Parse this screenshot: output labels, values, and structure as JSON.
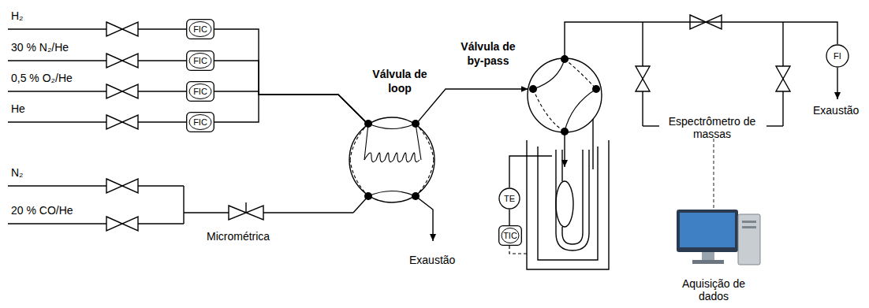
{
  "diagram": {
    "nodes": [
      {
        "text": [
          "FIC"
        ]
      },
      {
        "text": [
          "FIC"
        ]
      },
      {
        "text": [
          "FIC"
        ]
      },
      {
        "text": [
          "FIC"
        ]
      },
      {
        "text": [
          "Válvula de loop"
        ]
      },
      {
        "text": [
          "Válvula de by-pass"
        ]
      },
      {
        "text": [
          "TE"
        ]
      },
      {
        "text": [
          "TIC"
        ]
      },
      {
        "text": [
          "FI"
        ]
      }
    ],
    "edges": [
      {
        "from": 0,
        "to": 4,
        "arrow": "none"
      },
      {
        "from": 1,
        "to": 4,
        "arrow": "none"
      },
      {
        "from": 2,
        "to": 4,
        "arrow": "none"
      },
      {
        "from": 3,
        "to": 4,
        "arrow": "none"
      },
      {
        "from": 4,
        "to": 5,
        "arrow": "to"
      },
      {
        "from": 5,
        "to": 8,
        "arrow": "none"
      },
      {
        "from": 6,
        "to": 7,
        "arrow": "none"
      }
    ],
    "labels": [
      "H₂",
      "30 % N₂/He",
      "0,5 % O₂/He",
      "He",
      "N₂",
      "20 % CO/He",
      "Micrométrica",
      "Exaustão",
      "Espectrômetro de massas",
      "Exaustão",
      "Aquisição de dados"
    ]
  }
}
